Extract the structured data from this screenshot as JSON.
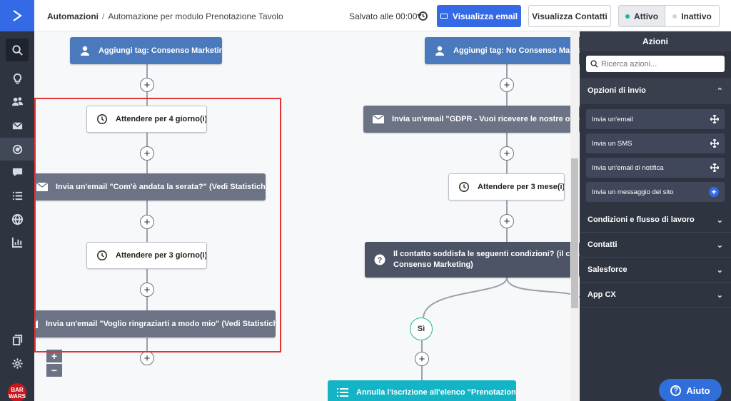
{
  "header": {
    "breadcrumb_root": "Automazioni",
    "breadcrumb_sep": "/",
    "breadcrumb_current": "Automazione per modulo Prenotazione Tavolo",
    "saved_text": "Salvato alle 00:00",
    "view_email_label": "Visualizza email",
    "view_contacts_label": "Visualizza Contatti",
    "active_label": "Attivo",
    "inactive_label": "Inattivo",
    "active_color": "#1fb59b",
    "inactive_color": "#cfd2d8"
  },
  "rail": {
    "icons": [
      "logo-icon",
      "search-icon",
      "lightbulb-icon",
      "contacts-icon",
      "email-icon",
      "automation-icon",
      "chat-icon",
      "list-icon",
      "globe-icon",
      "reports-icon",
      "pages-icon",
      "gear-icon"
    ],
    "avatar_text_1": "BAR",
    "avatar_text_2": "WARS"
  },
  "canvas": {
    "left_branch": {
      "tag_node": "Aggiungi tag: Consenso Marketing",
      "wait_1": "Attendere per 4 giorno(i)",
      "email_1": "Invia un'email \"Com'è andata la serata?\" (Vedi Statistiche)",
      "wait_2": "Attendere per 3 giorno(i)",
      "email_2": "Invia un'email \"Voglio ringraziarti a modo mio\" (Vedi Statistiche)"
    },
    "right_branch": {
      "tag_node": "Aggiungi tag: No Consenso Marketing",
      "email_1": "Invia un'email \"GDPR - Vuoi ricevere le nostre offerte",
      "wait_1": "Attendere per 3 mese(i)",
      "condition_line_1": "Il contatto soddisfa le seguenti condizioni? (il contatto",
      "condition_line_2": "Consenso Marketing)",
      "yes_label": "Sì",
      "unsubscribe": "Annulla l'iscrizione all'elenco \"Prenotazioni\""
    },
    "plus_symbol": "+",
    "zoom_in": "+",
    "zoom_out": "−"
  },
  "panel": {
    "title": "Azioni",
    "search_placeholder": "Ricerca azioni...",
    "sections": {
      "send_options": "Opzioni di invio",
      "conditions": "Condizioni e flusso di lavoro",
      "contacts": "Contatti",
      "salesforce": "Salesforce",
      "app_cx": "App CX"
    },
    "items": [
      "Invia un'email",
      "Invia un SMS",
      "Invia un'email di notifica",
      "Invia un messaggio del sito"
    ],
    "help_label": "Aiuto"
  }
}
